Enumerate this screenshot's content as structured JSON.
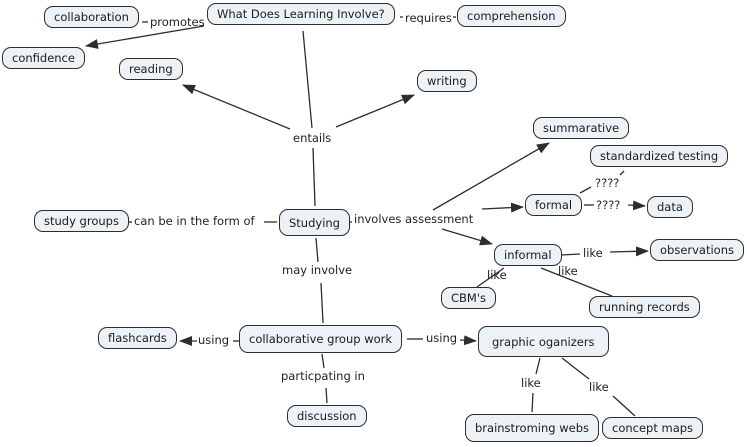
{
  "diagram": {
    "type": "concept-map",
    "root_question": "What Does Learning Involve?"
  },
  "colors": {
    "background": "#ffffff",
    "node_fill": "#edf2f6",
    "node_border": "#2d2d2d",
    "line": "#2d2d2d",
    "text": "#1c1c1c"
  },
  "nodes": {
    "root": "What Does Learning Involve?",
    "collaboration": "collaboration",
    "confidence": "confidence",
    "comprehension": "comprehension",
    "reading": "reading",
    "writing": "writing",
    "study_groups": "study groups",
    "studying": "Studying",
    "summarative": "summarative",
    "standardized_testing": "standardized testing",
    "formal": "formal",
    "data": "data",
    "informal": "informal",
    "observations": "observations",
    "cbms": "CBM's",
    "running_records": "running records",
    "flashcards": "flashcards",
    "collaborative_group_work": "collaborative group work",
    "graphic_organizers": "graphic oganizers",
    "brainstorming_webs": "brainstroming webs",
    "concept_maps": "concept maps",
    "discussion": "discussion"
  },
  "labels": {
    "promotes": "promotes",
    "requires": "requires",
    "entails": "entails",
    "can_be_in_the_form_of": "can be in the form of",
    "involves_assessment": "involves assessment",
    "may_involve": "may involve",
    "unknown_1": "????",
    "unknown_2": "????",
    "like_observations": "like",
    "like_cbms": "like",
    "like_running_records": "like",
    "using_flashcards": "using",
    "using_graphic_organizers": "using",
    "particpating_in": "particpating in",
    "like_brainstorming_webs": "like",
    "like_concept_maps": "like"
  }
}
